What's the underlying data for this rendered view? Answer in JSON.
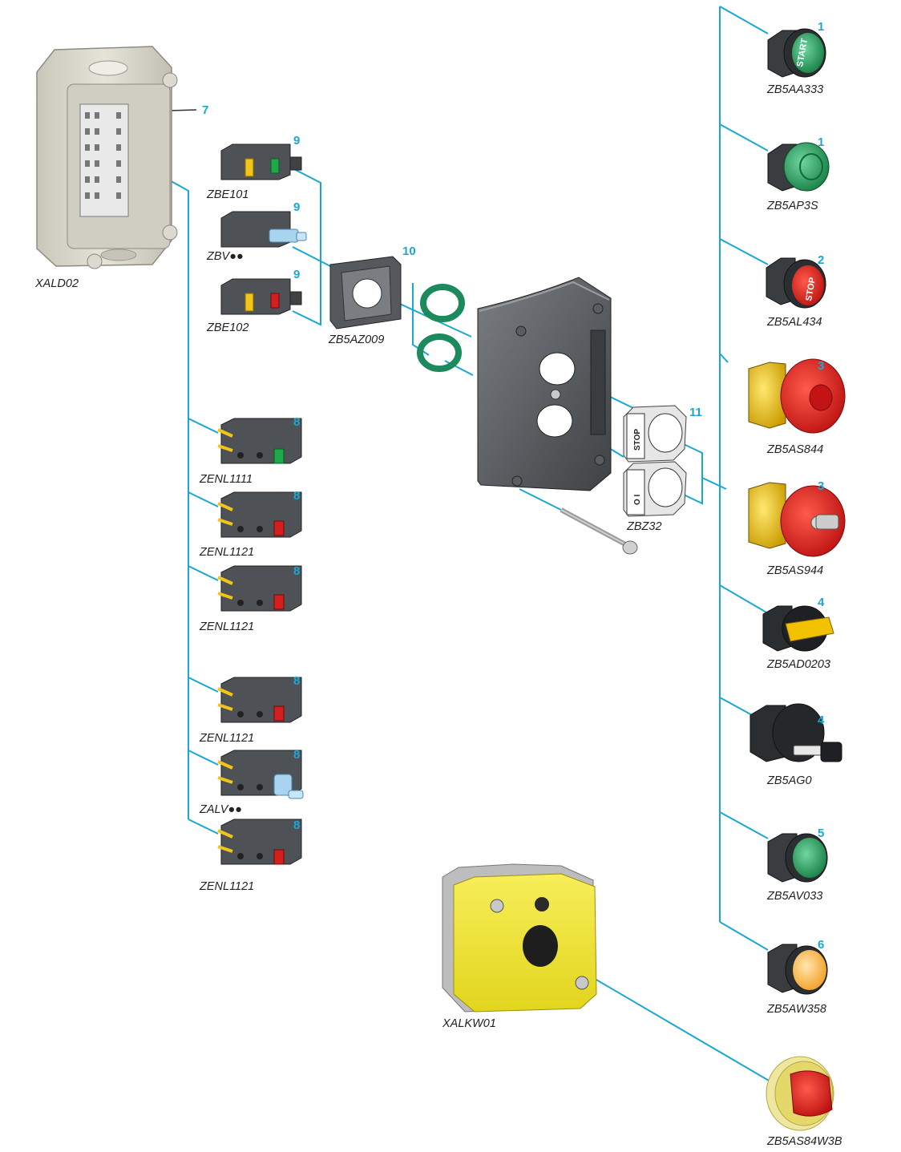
{
  "enclosure_left": {
    "ref": "XALD02",
    "callout": "7"
  },
  "contact_blocks_top": [
    {
      "ref": "ZBE101",
      "callout": "9",
      "plunger": "green"
    },
    {
      "ref": "ZBV●●",
      "callout": "9",
      "plunger": "light-blue"
    },
    {
      "ref": "ZBE102",
      "callout": "9",
      "plunger": "red"
    }
  ],
  "fixing_collar": {
    "ref": "ZB5AZ009",
    "callout": "10"
  },
  "legend_plates": {
    "ref": "ZBZ32",
    "callout": "11",
    "plate1_text": "STOP",
    "plate2_text": "O I"
  },
  "contact_blocks_bottom": [
    {
      "ref": "ZENL1111",
      "callout": "8",
      "plunger": "green"
    },
    {
      "ref": "ZENL1121",
      "callout": "8",
      "plunger": "red"
    },
    {
      "ref": "ZENL1121",
      "callout": "8",
      "plunger": "red"
    },
    {
      "ref": "ZENL1121",
      "callout": "8",
      "plunger": "red"
    },
    {
      "ref": "ZALV●●",
      "callout": "8",
      "plunger": "light-blue"
    },
    {
      "ref": "ZENL1121",
      "callout": "8",
      "plunger": "red"
    }
  ],
  "heads": [
    {
      "ref": "ZB5AA333",
      "callout": "1",
      "type": "pushbutton",
      "color": "#1f8f4e",
      "cap_text": "START"
    },
    {
      "ref": "ZB5AP3S",
      "callout": "1",
      "type": "pushbutton-booted",
      "color": "#1f9a5a",
      "cap_text": ""
    },
    {
      "ref": "ZB5AL434",
      "callout": "2",
      "type": "pushbutton",
      "color": "#d81e1e",
      "cap_text": "STOP"
    },
    {
      "ref": "ZB5AS844",
      "callout": "3",
      "type": "mushroom",
      "color": "#d81e1e",
      "cap_text": ""
    },
    {
      "ref": "ZB5AS944",
      "callout": "3",
      "type": "mushroom-key",
      "color": "#d81e1e",
      "cap_text": ""
    },
    {
      "ref": "ZB5AD0203",
      "callout": "4",
      "type": "selector",
      "color": "#f2c200",
      "cap_text": ""
    },
    {
      "ref": "ZB5AG0",
      "callout": "4",
      "type": "key-selector",
      "color": "#333333",
      "cap_text": ""
    },
    {
      "ref": "ZB5AV033",
      "callout": "5",
      "type": "pilot-light",
      "color": "#22a060",
      "cap_text": ""
    },
    {
      "ref": "ZB5AW358",
      "callout": "6",
      "type": "illuminated-pushbutton",
      "color": "#f5a623",
      "cap_text": ""
    }
  ],
  "enclosure_yellow": {
    "ref": "XALKW01"
  },
  "emergency_head": {
    "ref": "ZB5AS84W3B"
  },
  "colors": {
    "leader": "#1aa7d4",
    "callout": "#1aa7d4",
    "body": "#5f6367",
    "enclosure_beige": "#d8d6cc",
    "yellow": "#f2e836"
  }
}
